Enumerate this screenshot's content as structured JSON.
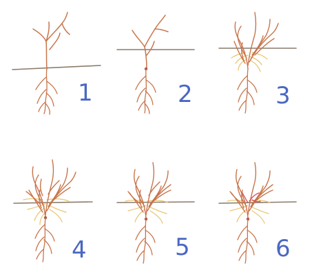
{
  "title": "",
  "steps": [
    {
      "number": "1",
      "shoot_count": 4,
      "has_new_roots": false,
      "has_new_shoots": false
    },
    {
      "number": "2",
      "shoot_count": 4,
      "has_new_roots": false,
      "has_new_shoots": false
    },
    {
      "number": "3",
      "shoot_count": 9,
      "has_new_roots": true,
      "has_new_shoots": false
    },
    {
      "number": "4",
      "shoot_count": 12,
      "has_new_roots": true,
      "has_new_shoots": false
    },
    {
      "number": "5",
      "shoot_count": 11,
      "has_new_roots": true,
      "has_new_shoots": false
    },
    {
      "number": "6",
      "shoot_count": 10,
      "has_new_roots": true,
      "has_new_shoots": true
    }
  ],
  "colors": {
    "background": "#ffffff",
    "plant": "#c8744a",
    "new_growth": "#e8c36a",
    "new_shoot": "#d9475a",
    "ground": "#8a7a6a",
    "number": "#4a67c2"
  }
}
